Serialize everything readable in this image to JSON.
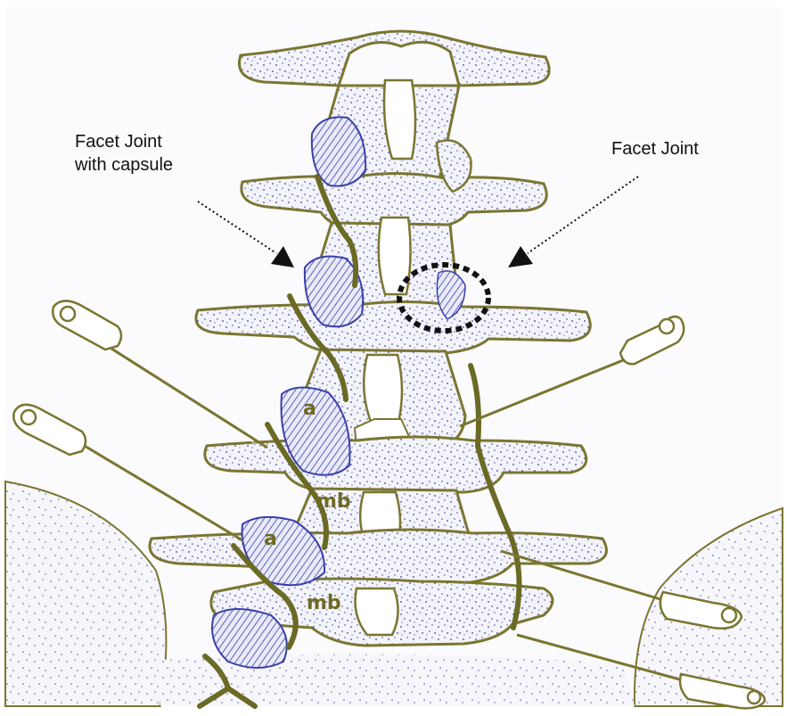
{
  "labels": {
    "left_line1": "Facet Joint",
    "left_line2": "with capsule",
    "right": "Facet Joint"
  },
  "marks": {
    "a_upper": "a",
    "a_lower": "a",
    "mb_upper": "mb",
    "mb_lower": "mb"
  },
  "colors": {
    "bone_fill": "#e6e6f2",
    "stipple": "#3b3f9a",
    "outline": "#7a7630",
    "nerve": "#6b6a24",
    "capsule": "#3a3fa8",
    "highlight_circle": "#111111",
    "arrow": "#111111"
  },
  "icons": {
    "needle": "needle-icon",
    "arrow": "arrowhead-icon"
  }
}
